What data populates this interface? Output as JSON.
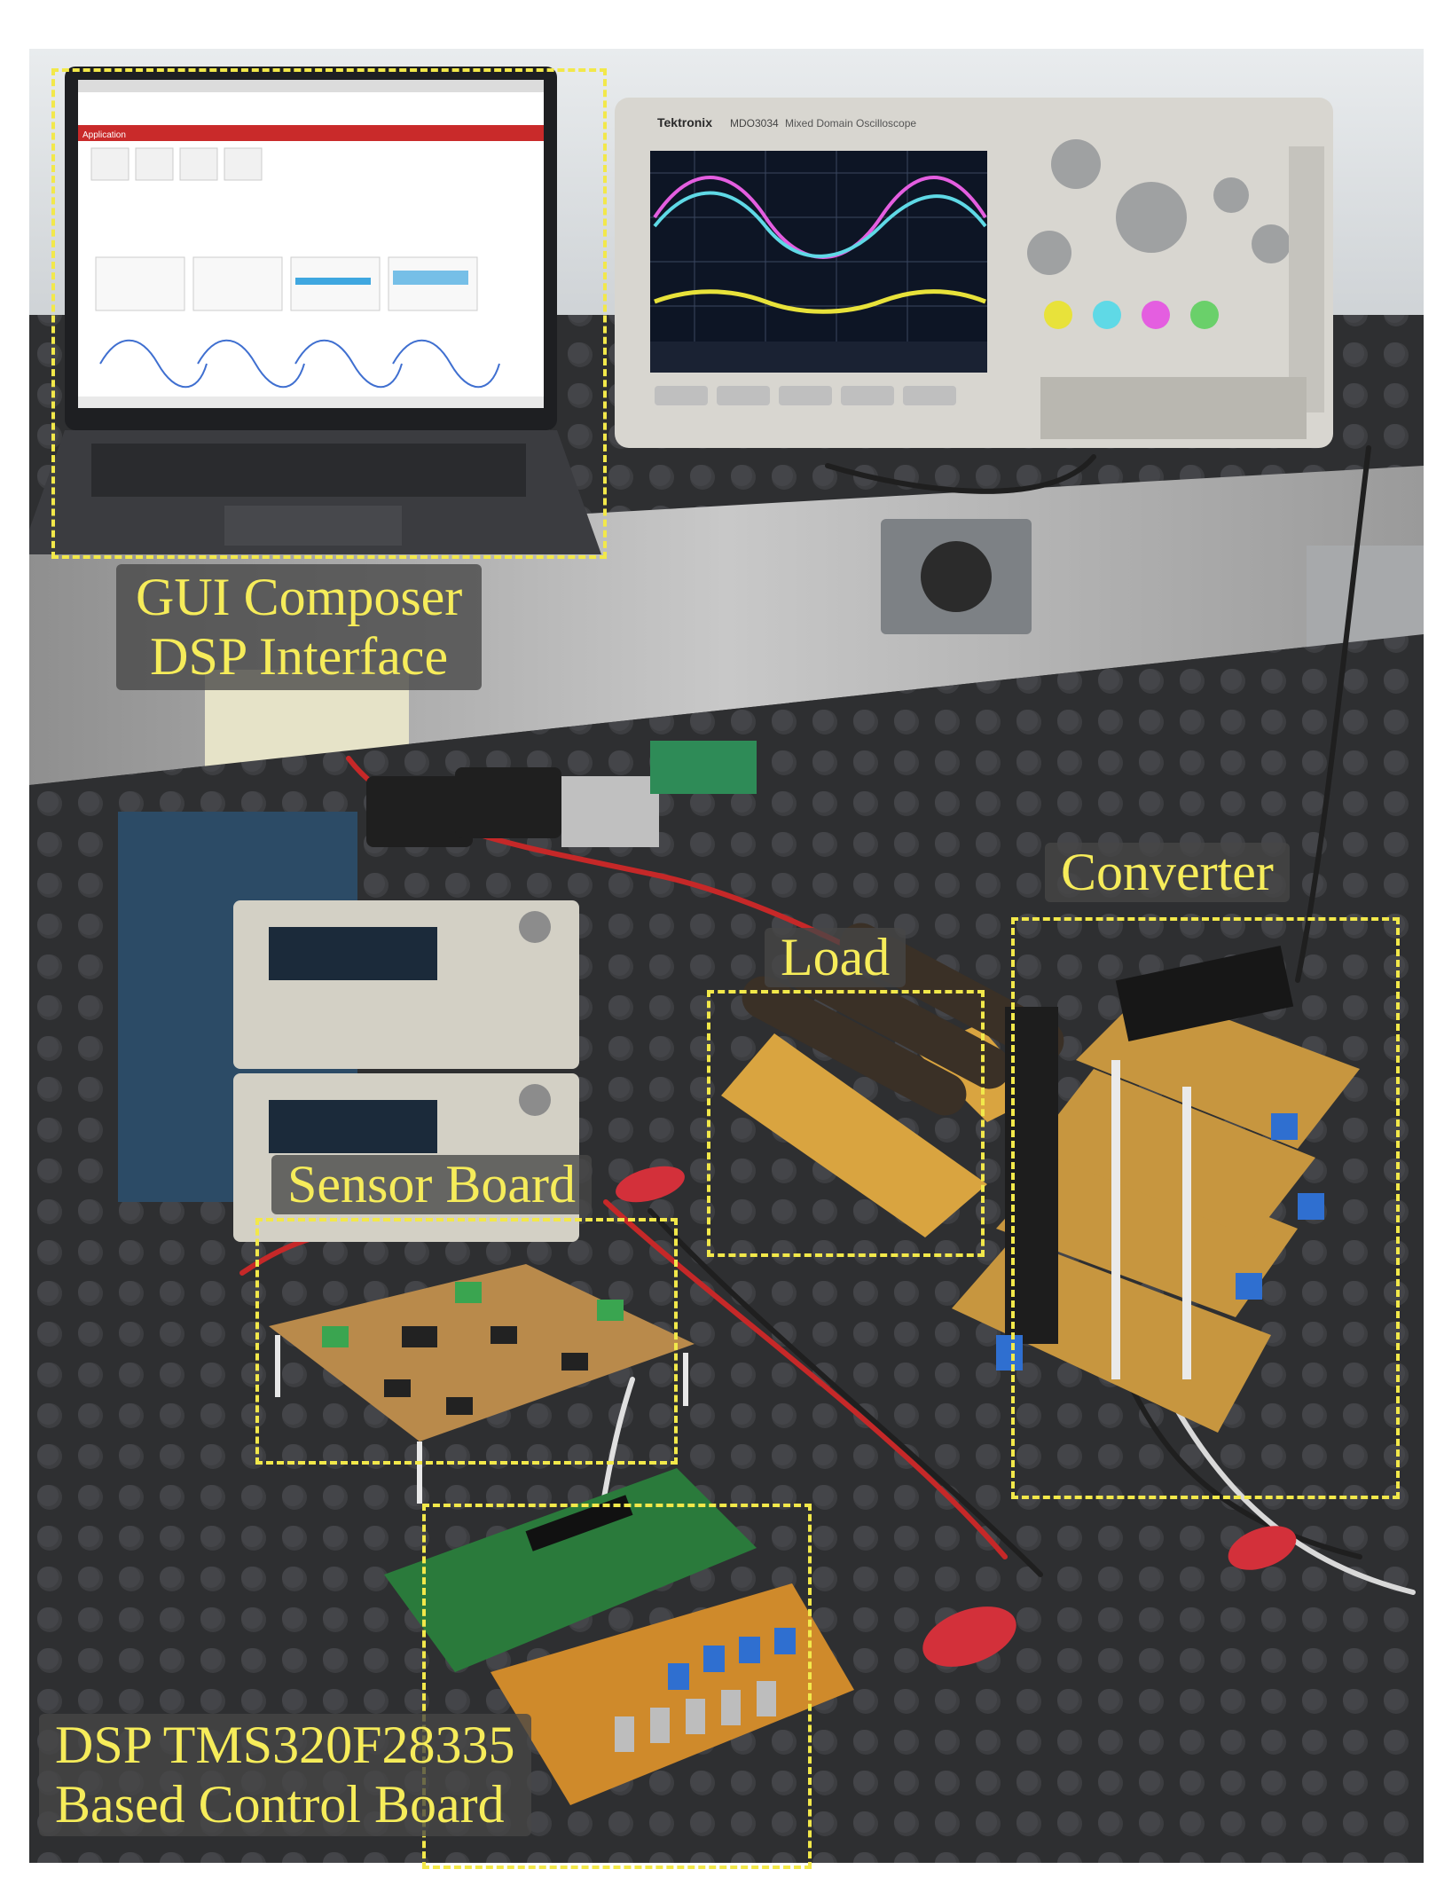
{
  "callouts": {
    "gui": {
      "line1": "GUI Composer",
      "line2": "DSP Interface"
    },
    "converter": {
      "text": "Converter"
    },
    "load": {
      "text": "Load"
    },
    "sensor": {
      "text": "Sensor Board"
    },
    "dsp": {
      "line1": "DSP TMS320F28335",
      "line2": "Based Control Board"
    }
  },
  "devices": {
    "oscilloscope_brand": "Tektronix",
    "oscilloscope_model": "MDO3034",
    "oscilloscope_subtitle": "Mixed Domain Oscilloscope",
    "laptop_app_tab": "Application"
  },
  "colors": {
    "callout": "#f2e84a",
    "label_bg": "#464646",
    "waveform_pink": "#e45ee0",
    "waveform_cyan": "#5fd9e6",
    "waveform_yellow": "#e8e23a"
  }
}
